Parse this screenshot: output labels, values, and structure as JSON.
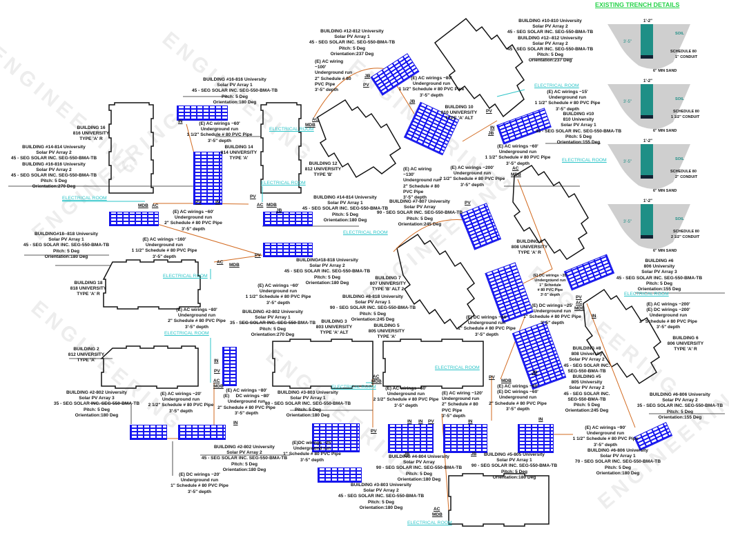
{
  "watermark": "ENGINEERING",
  "trench": {
    "title": "EXISTING TRENCH DETAILS",
    "width": "1'-2\"",
    "depth": "3'-5\"",
    "six": "6\"",
    "soil": "SOIL",
    "schedule": "SCHEDULE 80",
    "sand": "6\" MIN SAND",
    "conduits": [
      "1\" CONDUIT",
      "1 1/2\" CONDUIT",
      "2\" CONDUIT",
      "2 1/2\" CONDUIT"
    ]
  },
  "tags": {
    "ac": "AC",
    "mdb": "MDB",
    "in": "IN",
    "pv": "PV",
    "jb": "JB"
  },
  "electrical_room": "ELECTRICAL ROOM",
  "labels": [
    "BUILDING 16\n816 UNIVERSITY\nTYPE 'A' R",
    "BUILDING #14-814 University\nSolar PV Array 2\n45 - SEG SOLAR INC. SEG-550-BMA-TB\nBUILDING #16-816 University\nSolar PV Array 2\n45 - SEG SOLAR INC. SEG-550-BMA-TB\nPitch: 5 Deg\nOrientation:270 Deg",
    "BUILDING #16-816 University\nSolar PV Array 1\n45 - SEG SOLAR INC. SEG-550-BMA-TB\nPitch: 5 Deg\nOrientation:180 Deg",
    "(E) AC wirings ~60'\nUnderground run\n1 1/2\" Schedule # 80 PVC Pipe\n3'-5\" depth",
    "BUILDING 14\n814 UNIVERSITY\nTYPE 'A'",
    "BUILDING 12\n812 UNIVERSITY\nTYPE 'B'",
    "(E) AC wirings ~60'\nUnderground run\n2\" Schedule # 80 PVC Pipe\n3'-5\" depth",
    "BUILDING#18--818 University\nSolar PV Array 1\n45 - SEG SOLAR INC. SEG-550-BMA-TB\nPitch: 5 Deg\nOrientation:180 Deg",
    "(E) AC wirings ~160'\nUnderground run\n1 1/2\" Schedule # 80 PVC Pipe\n3'-5\" depth",
    "BUILDING 18\n818 UNIVERSITY\nTYPE 'A' R",
    "(E) AC wirings ~80'\nUnderground run\n2\" Schedule # 80 PVC Pipe\n3'-5\" depth",
    "BUILDING 2\n812 UNIVERSITY\nTYPE 'A'",
    "BUILDING #2-802 University\nSolar PV Array 3\n35 - SEG SOLAR INC. SEG-550-BMA-TB\nPitch: 5 Deg\nOrientation:180 Deg",
    "(E) AC wirings ~20'\nUnderground run\n2 1/2\" Schedule # 80 PVC Pipe\n3'-5\" depth",
    "(E) AC wirings ~80'\n(E)     DC wirings ~80'\nUnderground run\n2\" Schedule # 80 PVC Pipe\n3'-5\" depth",
    "BUILDING #3-803 University\nSolar PV Array 1\n80 - SEG SOLAR INC. SEG-550-BMA-TB\nPitch: 5 Deg\nOrientation:180 Deg",
    "BUILDING #2-802 University\nSolar PV Array 2\n45 - SEG SOLAR INC. SEG-550-BMA-TB\nPitch: 5 Deg\nOrientation:180 Deg",
    "(E)DC wirings ~25'\nUnderground run\n1\" Schedule # 80 PVC Pipe\n3'-5\" depth",
    "(E) DC wirings ~20'\nUnderground run\n1\" Schedule # 80 PVC Pipe\n3'-5\" depth",
    "BUILDING #3-803 University\nSolar PV Array 2\n45 - SEG SOLAR INC. SEG-550-BMA-TB\nPitch: 5 Deg\nOrientation:180 Deg",
    "BUILDING #4-804 University\nSolar PV Array\n90 - SEG SOLAR INC. SEG-550-BMA-TB\nPitch: 5 Deg\nOrientation:180 Deg",
    "BUILDING #5-805 University\nSolar PV Array 1\n90 - SEG SOLAR INC. SEG-550-BMA-TB\nPitch: 5 Deg\nOrientation:180 Deg",
    "BUILDING #6-806 University\nSolar PV Array 1\n70 - SEG SOLAR INC. SEG-550-BMA-TB\nPitch: 5 Deg\nOrientation:180 Deg",
    "(E) AC wirings ~90'\nUnderground run\n1 1/2\" Schedule # 80 PVC Pipe\n3'-5\" depth",
    "(E) AC wirings ~60'\nUnderground run\n2 1/2\" Schedule # 80 PVC Pipe\n3'-5\" depth",
    "(E) AC wiring ~120'\nUnderground run\n2\" Schedule # 80\nPVC Pipe\n3'-5\" depth",
    "(E) AC wirings ~60'\n(E) DC wirings ~60'\nUnderground run\n2\" Schedule # 80 PVC Pipe\n3'-5\" depth",
    "BUILDING #8\n808 University\nSolar PV Array 2\n45 - SEG SOLAR INC.\nSEG-550-BMA-TB\nBUILDING #5\n805 University\nSolar PV Array 2\n45 - SEG SOLAR INC.\nSEG-550-BMA-TB\nPitch: 5 Deg\nOrientation:245 Deg",
    "BUILDING #6-806 University\nSolar PV Array 2\n35 - SEG SOLAR INC. SEG-550-BMA-TB\nPitch: 5 Deg\nOrientation:155 Deg",
    "BUILDING 6\n806 UNIVERSITY\nTYPE 'A' R",
    "(E) AC wirings ~200'\n(E) DC wirings ~200'\nUnderground run\n2\" Schedule # 80 PVC Pipe\n3'-5\" depth",
    "(E) DC wirings ~25'\nUnderground run\n1\" Schedule # 80 PVC Pipe\n3'-5\" depth",
    "(E) DC wirings ~35'\nUnderground run\n1\" Schedule\n# 80 PVC Pipe\n3'-5\" depth",
    "BUILDING #6\n806 University\nSolar PV Array 3\n45 - SEG SOLAR INC. SEG-550-BMA-TB\nPitch: 5 Deg\nOrientation:155 Deg",
    "(E) DC wirings ~80'\nUnderground run\n1\" Schedule # 80 PVC Pipe\n3'-5\" depth",
    "BUILDING 8\n808 UNIVERSITY\nTYPE 'A' R",
    "BUILDING #8-818 University\nSolar PV Array 1\n90 - SEG SOLAR INC. SEG-550-BMA-TB\nPitch: 5 Deg\nOrientation:245 Deg",
    "BUILDING 7\n807 UNIVERSITY\nTYPE 'B' ALT 2",
    "BUILDING 3\n803 UNIVERSITY\nTYPE 'A' ALT",
    "BUILDING 5\n805 UNIVERSITY\nTYPE 'A'",
    "BUILDING #2-802 University\nSolar PV Array 1\n35 - SEG SOLAR INC. SEG-550-BMA-TB\nPitch: 5 Deg\nOrientation:270 Deg",
    "(E) AC wirings ~60'\nUnderground run\n1 1/2\" Schedule # 80 PVC Pipe\n3'-5\" depth",
    "BUILDING#18-818 University\nSolar PV Array 2\n45 - SEG SOLAR INC. SEG-550-BMA-TB\nPitch: 5 Deg\nOrientation:180 Deg",
    "BUILDING #14-814 University\nSolar PV Array 1\n45 - SEG SOLAR INC. SEG-550-BMA-TB\nPitch: 5 Deg\nOrientation:180 Deg",
    "BUILDING #7-807 University\nSolar PV Array\n90 - SEG SOLAR INC. SEG-550-BMA-TB\nPitch: 5 Deg\nOrientation:245 Deg",
    "(E) AC wiring\n~130'\nUnderground run\n2\" Schedule # 80\nPVC Pipe\n3'-5\" depth",
    "(E) AC wirings ~200'\nUnderground run\n2 1/2\" Schedule # 80 PVC Pipe\n3'-5\" depth",
    "BUILDING #12-812 University\nSolar PV Array 1\n45 - SEG SOLAR INC. SEG-550-BMA-TB\nPitch: 5 Deg\nOrientation:237 Deg",
    "(E) AC wiring\n~100'\nUnderground run\n2\" Schedule # 80\nPVC Pipe\n3'-5\" depth",
    "(E) AC wirings ~80'\nUnderground run\n1 1/2\" Schedule # 80 PVC Pipe\n3'-5\" depth",
    "BUILDING 10\n810 UNIVERSITY\nTYPE 'A' ALT",
    "BUILDING #10-810 University\nSolar PV Array 2\n45 - SEG SOLAR INC. SEG-550-BMA-TB\nBUILDING #12--812 University\nSolar PV Array 2\n45 - SEG SOLAR INC. SEG-550-BMA-TB\nPitch: 5 Deg\nOrientation:237 Deg",
    "(E) AC wirings ~15'\nUnderground run\n1 1/2\" Schedule # 80 PVC Pipe\n3'-5\" depth",
    "BUILDING #10\n810 University\nSolar PV Array 1\n45 - SEG SOLAR INC. SEG-550-BMA-TB\nPitch: 5 Deg\nOrientation:155 Deg",
    "(E) AC wirings ~60'\nUnderground run\n1 1/2\" Schedule # 80 PVC Pipe\n3'-5\" depth"
  ]
}
